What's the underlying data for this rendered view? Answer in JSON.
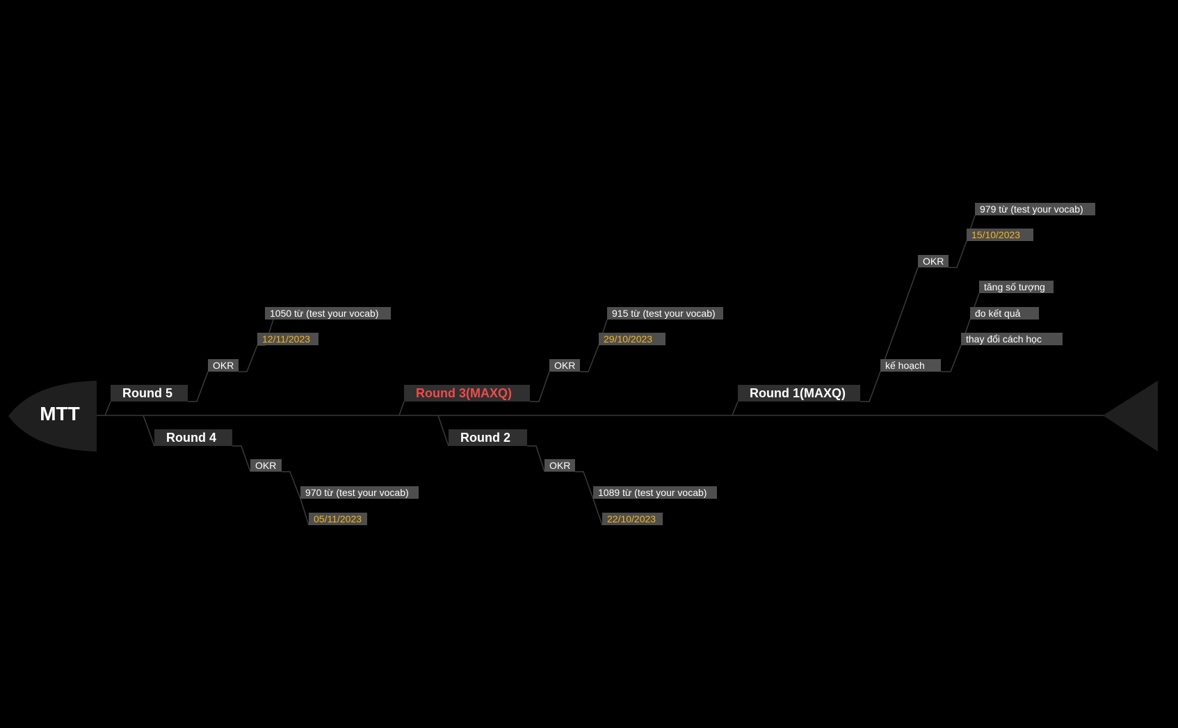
{
  "head": {
    "label": "MTT"
  },
  "colors": {
    "background": "#000000",
    "spine": "#2a2a2a",
    "connector": "#3a3a3a",
    "main_box": "#303030",
    "sub_box": "#505050",
    "leaf_box": "#4e4e4e",
    "text": "#ffffff",
    "date_text": "#f5b51f",
    "highlight_text": "#f04a4a",
    "head_fill": "#1f1f1f"
  },
  "rounds": [
    {
      "label": "Round 5",
      "highlight": false,
      "branches": [
        {
          "label": "OKR",
          "leaves": [
            {
              "text": "1050 từ (test your vocab)",
              "kind": "text"
            },
            {
              "text": "12/11/2023",
              "kind": "date"
            }
          ]
        }
      ]
    },
    {
      "label": "Round 4",
      "highlight": false,
      "branches": [
        {
          "label": "OKR",
          "leaves": [
            {
              "text": "970 từ (test your vocab)",
              "kind": "text"
            },
            {
              "text": "05/11/2023",
              "kind": "date"
            }
          ]
        }
      ]
    },
    {
      "label": "Round 3(MAXQ)",
      "highlight": true,
      "branches": [
        {
          "label": "OKR",
          "leaves": [
            {
              "text": "915 từ (test your vocab)",
              "kind": "text"
            },
            {
              "text": "29/10/2023",
              "kind": "date"
            }
          ]
        }
      ]
    },
    {
      "label": "Round 2",
      "highlight": false,
      "branches": [
        {
          "label": "OKR",
          "leaves": [
            {
              "text": "1089 từ (test your vocab)",
              "kind": "text"
            },
            {
              "text": "22/10/2023",
              "kind": "date"
            }
          ]
        }
      ]
    },
    {
      "label": "Round 1(MAXQ)",
      "highlight": false,
      "branches": [
        {
          "label": "OKR",
          "leaves": [
            {
              "text": "979 từ (test your vocab)",
              "kind": "text"
            },
            {
              "text": "15/10/2023",
              "kind": "date"
            }
          ]
        },
        {
          "label": "kế hoạch",
          "leaves": [
            {
              "text": "tăng số tượng",
              "kind": "text"
            },
            {
              "text": "đo kết quả",
              "kind": "text"
            },
            {
              "text": "thay đổi cách học",
              "kind": "text"
            }
          ]
        }
      ]
    }
  ]
}
